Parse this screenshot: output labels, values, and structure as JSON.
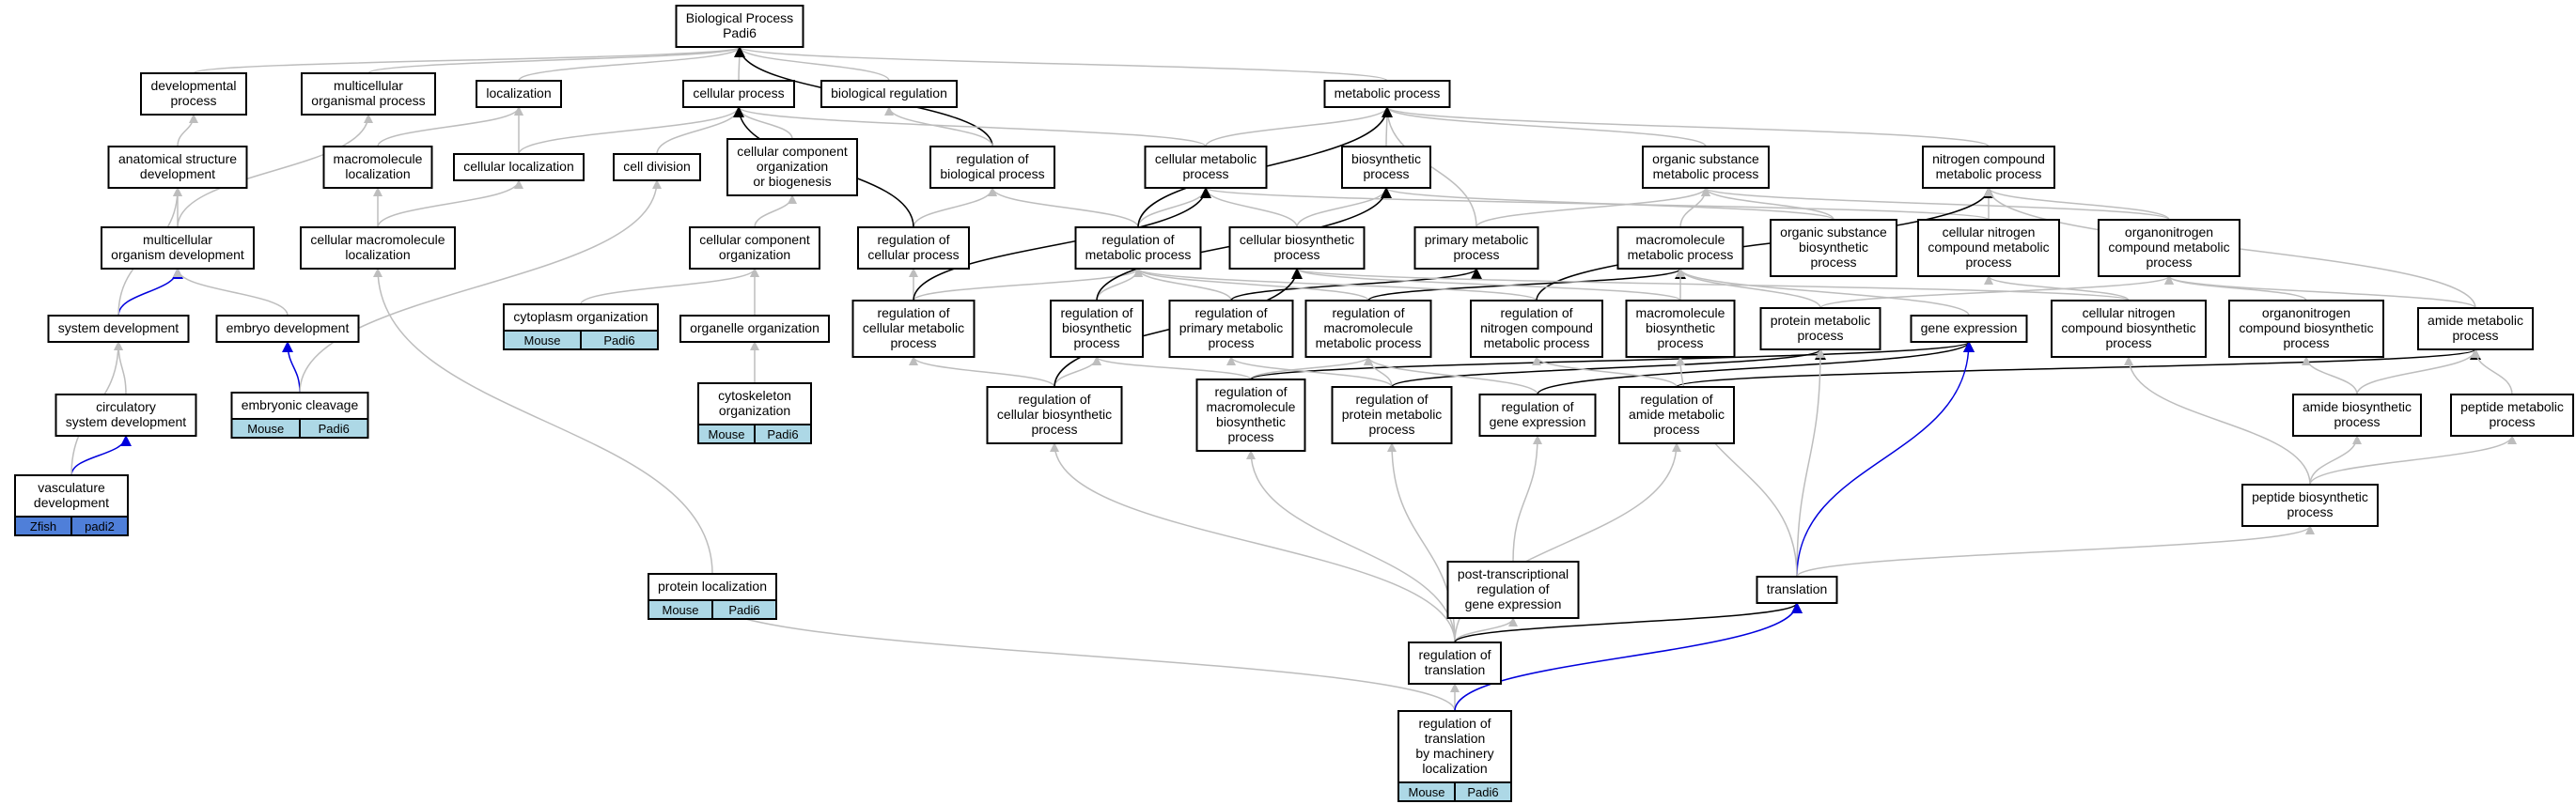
{
  "colors": {
    "edge_gray": "#bdbdbd",
    "edge_black": "#000000",
    "edge_blue": "#0000dd",
    "tag_mouse": "#add8e6",
    "tag_zfish": "#4f7fd9"
  },
  "nodes": {
    "root": {
      "lines": [
        "Biological Process",
        "Padi6"
      ]
    },
    "dev_proc": {
      "lines": [
        "developmental",
        "process"
      ]
    },
    "multi_org": {
      "lines": [
        "multicellular",
        "organismal process"
      ]
    },
    "localization": {
      "lines": [
        "localization"
      ]
    },
    "cell_proc": {
      "lines": [
        "cellular process"
      ]
    },
    "bio_reg": {
      "lines": [
        "biological regulation"
      ]
    },
    "met_proc": {
      "lines": [
        "metabolic process"
      ]
    },
    "anat_dev": {
      "lines": [
        "anatomical structure",
        "development"
      ]
    },
    "macro_loc": {
      "lines": [
        "macromolecule",
        "localization"
      ]
    },
    "cell_loc": {
      "lines": [
        "cellular localization"
      ]
    },
    "cell_div": {
      "lines": [
        "cell division"
      ]
    },
    "ccob": {
      "lines": [
        "cellular component",
        "organization",
        "or biogenesis"
      ]
    },
    "reg_bio": {
      "lines": [
        "regulation of",
        "biological process"
      ]
    },
    "cell_met": {
      "lines": [
        "cellular metabolic",
        "process"
      ]
    },
    "biosyn": {
      "lines": [
        "biosynthetic",
        "process"
      ]
    },
    "org_sub_met": {
      "lines": [
        "organic substance",
        "metabolic process"
      ]
    },
    "nit_comp_met": {
      "lines": [
        "nitrogen compound",
        "metabolic process"
      ]
    },
    "multi_org_dev": {
      "lines": [
        "multicellular",
        "organism development"
      ]
    },
    "cell_macro_loc": {
      "lines": [
        "cellular macromolecule",
        "localization"
      ]
    },
    "cc_org": {
      "lines": [
        "cellular component",
        "organization"
      ]
    },
    "reg_cell_proc": {
      "lines": [
        "regulation of",
        "cellular process"
      ]
    },
    "reg_met": {
      "lines": [
        "regulation of",
        "metabolic process"
      ]
    },
    "cell_biosyn": {
      "lines": [
        "cellular biosynthetic",
        "process"
      ]
    },
    "prim_met": {
      "lines": [
        "primary metabolic",
        "process"
      ]
    },
    "macro_met": {
      "lines": [
        "macromolecule",
        "metabolic process"
      ]
    },
    "org_sub_biosyn": {
      "lines": [
        "organic substance",
        "biosynthetic",
        "process"
      ]
    },
    "cell_nit_met": {
      "lines": [
        "cellular nitrogen",
        "compound metabolic",
        "process"
      ]
    },
    "orgnit_met": {
      "lines": [
        "organonitrogen",
        "compound metabolic",
        "process"
      ]
    },
    "sys_dev": {
      "lines": [
        "system development"
      ]
    },
    "embryo_dev": {
      "lines": [
        "embryo development"
      ]
    },
    "cyto_org": {
      "lines": [
        "cytoplasm organization"
      ]
    },
    "organelle_org": {
      "lines": [
        "organelle organization"
      ]
    },
    "reg_cell_met": {
      "lines": [
        "regulation of",
        "cellular metabolic",
        "process"
      ]
    },
    "reg_biosyn": {
      "lines": [
        "regulation of",
        "biosynthetic",
        "process"
      ]
    },
    "reg_prim_met": {
      "lines": [
        "regulation of",
        "primary metabolic",
        "process"
      ]
    },
    "reg_macro_met": {
      "lines": [
        "regulation of",
        "macromolecule",
        "metabolic process"
      ]
    },
    "reg_nit_met": {
      "lines": [
        "regulation of",
        "nitrogen compound",
        "metabolic process"
      ]
    },
    "macro_biosyn": {
      "lines": [
        "macromolecule",
        "biosynthetic",
        "process"
      ]
    },
    "prot_met": {
      "lines": [
        "protein metabolic",
        "process"
      ]
    },
    "gene_exp": {
      "lines": [
        "gene expression"
      ]
    },
    "cell_nit_biosyn": {
      "lines": [
        "cellular nitrogen",
        "compound biosynthetic",
        "process"
      ]
    },
    "orgnit_biosyn": {
      "lines": [
        "organonitrogen",
        "compound biosynthetic",
        "process"
      ]
    },
    "amide_met": {
      "lines": [
        "amide metabolic",
        "process"
      ]
    },
    "circ_dev": {
      "lines": [
        "circulatory",
        "system development"
      ]
    },
    "emb_cleav": {
      "lines": [
        "embryonic cleavage"
      ]
    },
    "cytoskel_org": {
      "lines": [
        "cytoskeleton",
        "organization"
      ]
    },
    "reg_cell_biosyn": {
      "lines": [
        "regulation of",
        "cellular biosynthetic",
        "process"
      ]
    },
    "reg_macro_biosyn": {
      "lines": [
        "regulation of",
        "macromolecule",
        "biosynthetic",
        "process"
      ]
    },
    "reg_prot_met": {
      "lines": [
        "regulation of",
        "protein metabolic",
        "process"
      ]
    },
    "reg_gene_exp": {
      "lines": [
        "regulation of",
        "gene expression"
      ]
    },
    "reg_amide_met": {
      "lines": [
        "regulation of",
        "amide metabolic",
        "process"
      ]
    },
    "amide_biosyn": {
      "lines": [
        "amide biosynthetic",
        "process"
      ]
    },
    "pep_met": {
      "lines": [
        "peptide metabolic",
        "process"
      ]
    },
    "vasc_dev": {
      "lines": [
        "vasculature",
        "development"
      ]
    },
    "pep_biosyn": {
      "lines": [
        "peptide biosynthetic",
        "process"
      ]
    },
    "prot_loc": {
      "lines": [
        "protein localization"
      ]
    },
    "post_trans": {
      "lines": [
        "post-transcriptional",
        "regulation of",
        "gene expression"
      ]
    },
    "translation": {
      "lines": [
        "translation"
      ]
    },
    "reg_trans": {
      "lines": [
        "regulation of",
        "translation"
      ]
    },
    "reg_trans_mach": {
      "lines": [
        "regulation of",
        "translation",
        "by machinery",
        "localization"
      ]
    }
  },
  "tags": {
    "cyto_org": [
      "Mouse",
      "Padi6"
    ],
    "emb_cleav": [
      "Mouse",
      "Padi6"
    ],
    "cytoskel_org": [
      "Mouse",
      "Padi6"
    ],
    "vasc_dev": [
      "Zfish",
      "padi2"
    ],
    "prot_loc": [
      "Mouse",
      "Padi6"
    ],
    "reg_trans_mach": [
      "Mouse",
      "Padi6"
    ]
  },
  "edges": [
    [
      "dev_proc",
      "root",
      "gray"
    ],
    [
      "multi_org",
      "root",
      "gray"
    ],
    [
      "localization",
      "root",
      "gray"
    ],
    [
      "cell_proc",
      "root",
      "gray"
    ],
    [
      "bio_reg",
      "root",
      "gray"
    ],
    [
      "met_proc",
      "root",
      "gray"
    ],
    [
      "reg_bio",
      "root",
      "black"
    ],
    [
      "anat_dev",
      "dev_proc",
      "gray"
    ],
    [
      "macro_loc",
      "localization",
      "gray"
    ],
    [
      "cell_loc",
      "localization",
      "gray"
    ],
    [
      "cell_loc",
      "cell_proc",
      "gray"
    ],
    [
      "cell_div",
      "cell_proc",
      "gray"
    ],
    [
      "ccob",
      "cell_proc",
      "gray"
    ],
    [
      "cell_met",
      "cell_proc",
      "gray"
    ],
    [
      "reg_bio",
      "bio_reg",
      "gray"
    ],
    [
      "cell_met",
      "met_proc",
      "gray"
    ],
    [
      "biosyn",
      "met_proc",
      "gray"
    ],
    [
      "org_sub_met",
      "met_proc",
      "gray"
    ],
    [
      "nit_comp_met",
      "met_proc",
      "gray"
    ],
    [
      "prim_met",
      "met_proc",
      "gray"
    ],
    [
      "multi_org_dev",
      "anat_dev",
      "gray"
    ],
    [
      "multi_org_dev",
      "multi_org",
      "gray"
    ],
    [
      "cell_macro_loc",
      "macro_loc",
      "gray"
    ],
    [
      "cell_macro_loc",
      "cell_loc",
      "gray"
    ],
    [
      "cc_org",
      "ccob",
      "gray"
    ],
    [
      "reg_cell_proc",
      "reg_bio",
      "gray"
    ],
    [
      "reg_cell_proc",
      "cell_proc",
      "black"
    ],
    [
      "reg_met",
      "reg_bio",
      "gray"
    ],
    [
      "reg_met",
      "cell_met",
      "gray"
    ],
    [
      "reg_met",
      "met_proc",
      "black"
    ],
    [
      "cell_biosyn",
      "cell_met",
      "gray"
    ],
    [
      "cell_biosyn",
      "biosyn",
      "gray"
    ],
    [
      "org_sub_biosyn",
      "biosyn",
      "gray"
    ],
    [
      "org_sub_biosyn",
      "org_sub_met",
      "gray"
    ],
    [
      "macro_met",
      "org_sub_met",
      "gray"
    ],
    [
      "prim_met",
      "org_sub_met",
      "gray"
    ],
    [
      "cell_nit_met",
      "nit_comp_met",
      "gray"
    ],
    [
      "orgnit_met",
      "nit_comp_met",
      "gray"
    ],
    [
      "orgnit_met",
      "org_sub_met",
      "gray"
    ],
    [
      "cell_nit_met",
      "cell_met",
      "gray"
    ],
    [
      "sys_dev",
      "multi_org_dev",
      "blue"
    ],
    [
      "sys_dev",
      "anat_dev",
      "gray"
    ],
    [
      "embryo_dev",
      "multi_org_dev",
      "gray"
    ],
    [
      "cyto_org",
      "cc_org",
      "gray"
    ],
    [
      "organelle_org",
      "cc_org",
      "gray"
    ],
    [
      "reg_cell_met",
      "reg_cell_proc",
      "gray"
    ],
    [
      "reg_cell_met",
      "reg_met",
      "gray"
    ],
    [
      "reg_cell_met",
      "cell_met",
      "black"
    ],
    [
      "reg_biosyn",
      "reg_met",
      "gray"
    ],
    [
      "reg_biosyn",
      "biosyn",
      "black"
    ],
    [
      "reg_prim_met",
      "reg_met",
      "gray"
    ],
    [
      "reg_prim_met",
      "prim_met",
      "black"
    ],
    [
      "reg_macro_met",
      "reg_met",
      "gray"
    ],
    [
      "reg_macro_met",
      "macro_met",
      "black"
    ],
    [
      "reg_nit_met",
      "reg_met",
      "gray"
    ],
    [
      "reg_nit_met",
      "nit_comp_met",
      "black"
    ],
    [
      "macro_biosyn",
      "macro_met",
      "gray"
    ],
    [
      "macro_biosyn",
      "cell_biosyn",
      "gray"
    ],
    [
      "prot_met",
      "macro_met",
      "gray"
    ],
    [
      "prot_met",
      "orgnit_met",
      "gray"
    ],
    [
      "gene_exp",
      "macro_met",
      "gray"
    ],
    [
      "cell_nit_biosyn",
      "cell_nit_met",
      "gray"
    ],
    [
      "cell_nit_biosyn",
      "cell_biosyn",
      "gray"
    ],
    [
      "orgnit_biosyn",
      "orgnit_met",
      "gray"
    ],
    [
      "amide_met",
      "orgnit_met",
      "gray"
    ],
    [
      "amide_met",
      "nit_comp_met",
      "gray"
    ],
    [
      "circ_dev",
      "sys_dev",
      "gray"
    ],
    [
      "emb_cleav",
      "embryo_dev",
      "blue"
    ],
    [
      "emb_cleav",
      "cell_div",
      "gray"
    ],
    [
      "cytoskel_org",
      "organelle_org",
      "gray"
    ],
    [
      "reg_cell_biosyn",
      "reg_cell_met",
      "gray"
    ],
    [
      "reg_cell_biosyn",
      "reg_biosyn",
      "gray"
    ],
    [
      "reg_cell_biosyn",
      "cell_biosyn",
      "black"
    ],
    [
      "reg_macro_biosyn",
      "reg_biosyn",
      "gray"
    ],
    [
      "reg_macro_biosyn",
      "reg_macro_met",
      "gray"
    ],
    [
      "reg_macro_biosyn",
      "gene_exp",
      "black"
    ],
    [
      "reg_prot_met",
      "reg_macro_met",
      "gray"
    ],
    [
      "reg_prot_met",
      "reg_prim_met",
      "gray"
    ],
    [
      "reg_prot_met",
      "prot_met",
      "black"
    ],
    [
      "reg_gene_exp",
      "reg_macro_met",
      "gray"
    ],
    [
      "reg_gene_exp",
      "gene_exp",
      "black"
    ],
    [
      "reg_amide_met",
      "reg_nit_met",
      "gray"
    ],
    [
      "reg_amide_met",
      "amide_met",
      "black"
    ],
    [
      "amide_biosyn",
      "amide_met",
      "gray"
    ],
    [
      "amide_biosyn",
      "orgnit_biosyn",
      "gray"
    ],
    [
      "pep_met",
      "amide_met",
      "gray"
    ],
    [
      "vasc_dev",
      "circ_dev",
      "blue"
    ],
    [
      "vasc_dev",
      "sys_dev",
      "gray"
    ],
    [
      "pep_biosyn",
      "amide_biosyn",
      "gray"
    ],
    [
      "pep_biosyn",
      "pep_met",
      "gray"
    ],
    [
      "pep_biosyn",
      "cell_nit_biosyn",
      "gray"
    ],
    [
      "prot_loc",
      "cell_macro_loc",
      "gray"
    ],
    [
      "post_trans",
      "reg_gene_exp",
      "gray"
    ],
    [
      "translation",
      "prot_met",
      "gray"
    ],
    [
      "translation",
      "gene_exp",
      "blue"
    ],
    [
      "translation",
      "pep_biosyn",
      "gray"
    ],
    [
      "translation",
      "macro_biosyn",
      "gray"
    ],
    [
      "reg_trans",
      "post_trans",
      "gray"
    ],
    [
      "reg_trans",
      "reg_prot_met",
      "gray"
    ],
    [
      "reg_trans",
      "reg_cell_biosyn",
      "gray"
    ],
    [
      "reg_trans",
      "reg_macro_biosyn",
      "gray"
    ],
    [
      "reg_trans",
      "reg_amide_met",
      "gray"
    ],
    [
      "reg_trans",
      "translation",
      "black"
    ],
    [
      "reg_trans_mach",
      "reg_trans",
      "gray"
    ],
    [
      "reg_trans_mach",
      "prot_loc",
      "gray"
    ],
    [
      "reg_trans_mach",
      "translation",
      "blue"
    ]
  ]
}
